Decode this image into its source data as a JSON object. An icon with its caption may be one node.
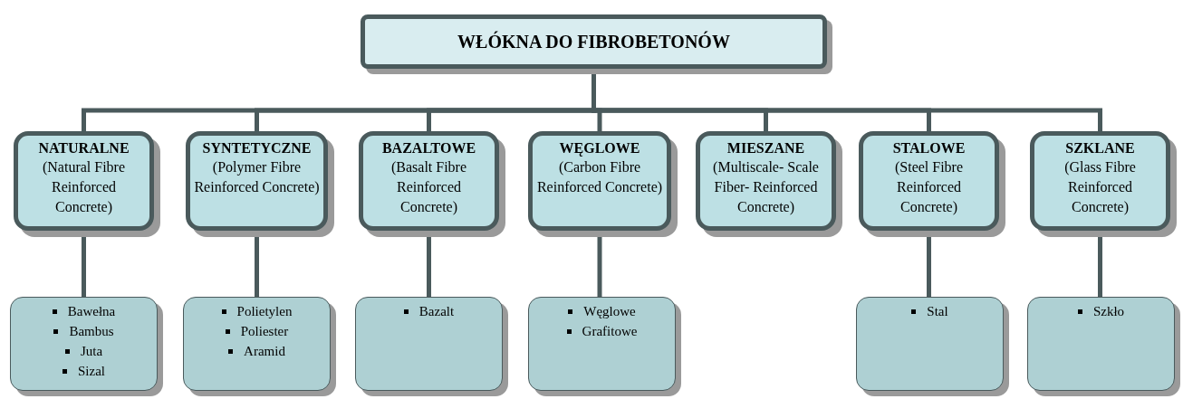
{
  "diagram": {
    "nodes": [
      {
        "text": [
          "WŁÓKNA DO FIBROBETONÓW"
        ]
      },
      {
        "text": [
          "NATURALNE",
          "(Natural Fibre Reinforced Concrete)"
        ]
      },
      {
        "text": [
          "SYNTETYCZNE",
          "(Polymer Fibre Reinforced Concrete)"
        ]
      },
      {
        "text": [
          "BAZALTOWE",
          "(Basalt Fibre Reinforced Concrete)"
        ]
      },
      {
        "text": [
          "WĘGLOWE",
          "(Carbon Fibre Reinforced Concrete)"
        ]
      },
      {
        "text": [
          "MIESZANE",
          "(Multiscale- Scale Fiber- Reinforced Concrete)"
        ]
      },
      {
        "text": [
          "STALOWE",
          "(Steel Fibre Reinforced Concrete)"
        ]
      },
      {
        "text": [
          "SZKLANE",
          "(Glass Fibre Reinforced Concrete)"
        ]
      },
      {
        "text": [
          "Bawełna",
          "Bambus",
          "Juta",
          "Sizal"
        ]
      },
      {
        "text": [
          "Polietylen",
          "Poliester",
          "Aramid"
        ]
      },
      {
        "text": [
          "Bazalt"
        ]
      },
      {
        "text": [
          "Węglowe",
          "Grafitowe"
        ]
      },
      {
        "text": [
          "Stal"
        ]
      },
      {
        "text": [
          "Szkło"
        ]
      }
    ],
    "edges": [
      {
        "from": 0,
        "to": 1,
        "arrow": "none"
      },
      {
        "from": 0,
        "to": 2,
        "arrow": "none"
      },
      {
        "from": 0,
        "to": 3,
        "arrow": "none"
      },
      {
        "from": 0,
        "to": 4,
        "arrow": "none"
      },
      {
        "from": 0,
        "to": 5,
        "arrow": "none"
      },
      {
        "from": 0,
        "to": 6,
        "arrow": "none"
      },
      {
        "from": 0,
        "to": 7,
        "arrow": "none"
      },
      {
        "from": 1,
        "to": 8,
        "arrow": "none"
      },
      {
        "from": 2,
        "to": 9,
        "arrow": "none"
      },
      {
        "from": 3,
        "to": 10,
        "arrow": "none"
      },
      {
        "from": 4,
        "to": 11,
        "arrow": "none"
      },
      {
        "from": 6,
        "to": 12,
        "arrow": "none"
      },
      {
        "from": 7,
        "to": 13,
        "arrow": "none"
      }
    ]
  }
}
